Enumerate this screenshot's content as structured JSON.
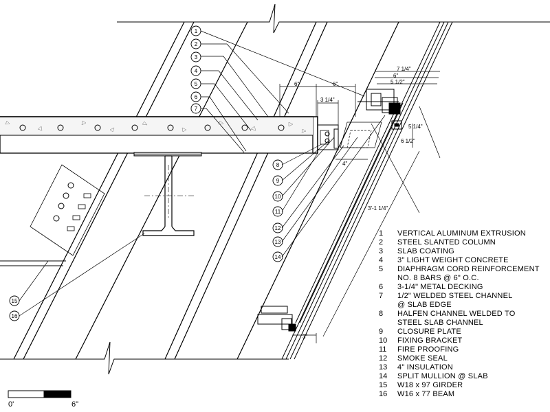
{
  "callouts": [
    "1",
    "2",
    "3",
    "4",
    "5",
    "6",
    "7",
    "8",
    "9",
    "10",
    "11",
    "12",
    "13",
    "14",
    "15",
    "16"
  ],
  "dimensions": {
    "d6a": "6\"",
    "d6b": "6\"",
    "d3_14": "3 1/4\"",
    "d7_14": "7 1/4\"",
    "d6c": "6\"",
    "d5_12": "5 1/2\"",
    "d5_14": "5 1/4\"",
    "d6_12": "6 1/2\"",
    "d4": "4\"",
    "d3_1_14": "3'-1 1/4\"",
    "d3": "3\""
  },
  "legend": [
    {
      "num": "1",
      "lines": [
        "VERTICAL ALUMINUM EXTRUSION"
      ]
    },
    {
      "num": "2",
      "lines": [
        "STEEL SLANTED COLUMN"
      ]
    },
    {
      "num": "3",
      "lines": [
        "SLAB COATING"
      ]
    },
    {
      "num": "4",
      "lines": [
        "3\" LIGHT WEIGHT CONCRETE"
      ]
    },
    {
      "num": "5",
      "lines": [
        "DIAPHRAGM CORD REINFORCEMENT",
        "NO. 8 BARS @ 6\" O.C."
      ]
    },
    {
      "num": "6",
      "lines": [
        "3-1/4\" METAL DECKING"
      ]
    },
    {
      "num": "7",
      "lines": [
        "1/2\" WELDED STEEL CHANNEL",
        " @ SLAB EDGE"
      ]
    },
    {
      "num": "8",
      "lines": [
        "HALFEN CHANNEL WELDED  TO",
        "STEEL SLAB CHANNEL"
      ]
    },
    {
      "num": "9",
      "lines": [
        "CLOSURE PLATE"
      ]
    },
    {
      "num": "10",
      "lines": [
        "FIXING BRACKET"
      ]
    },
    {
      "num": "11",
      "lines": [
        "FIRE PROOFING"
      ]
    },
    {
      "num": "12",
      "lines": [
        "SMOKE SEAL"
      ]
    },
    {
      "num": "13",
      "lines": [
        "4\" INSULATION"
      ]
    },
    {
      "num": "14",
      "lines": [
        "SPLIT MULLION @ SLAB"
      ]
    },
    {
      "num": "15",
      "lines": [
        "W18 x 97 GIRDER"
      ]
    },
    {
      "num": "16",
      "lines": [
        "W16 x 77 BEAM"
      ]
    }
  ],
  "scale": {
    "start": "0'",
    "end": "6\""
  }
}
